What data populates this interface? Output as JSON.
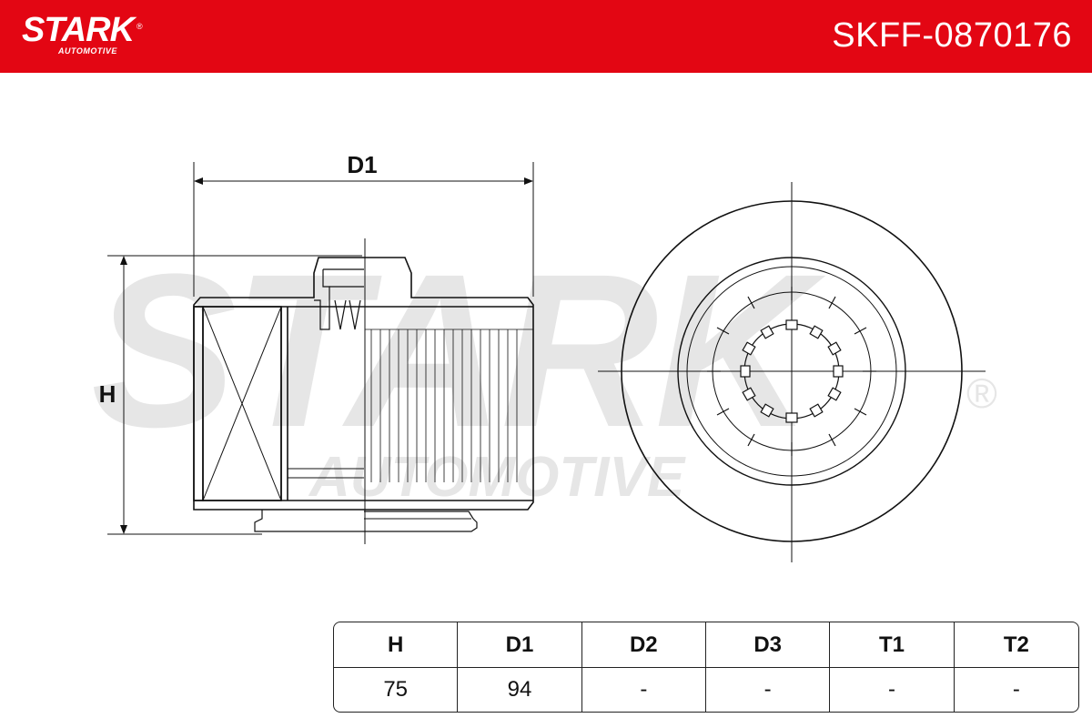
{
  "brand": {
    "name": "STARK",
    "subtitle": "AUTOMOTIVE",
    "registered": "®",
    "color": "#e30613"
  },
  "part_number": "SKFF-0870176",
  "watermark": {
    "main": "STARK",
    "sub": "AUTOMOTIVE",
    "registered": "®"
  },
  "drawing": {
    "label_d1": "D1",
    "label_h": "H"
  },
  "spec_table": {
    "headers": [
      "H",
      "D1",
      "D2",
      "D3",
      "T1",
      "T2"
    ],
    "values": [
      "75",
      "94",
      "-",
      "-",
      "-",
      "-"
    ]
  }
}
